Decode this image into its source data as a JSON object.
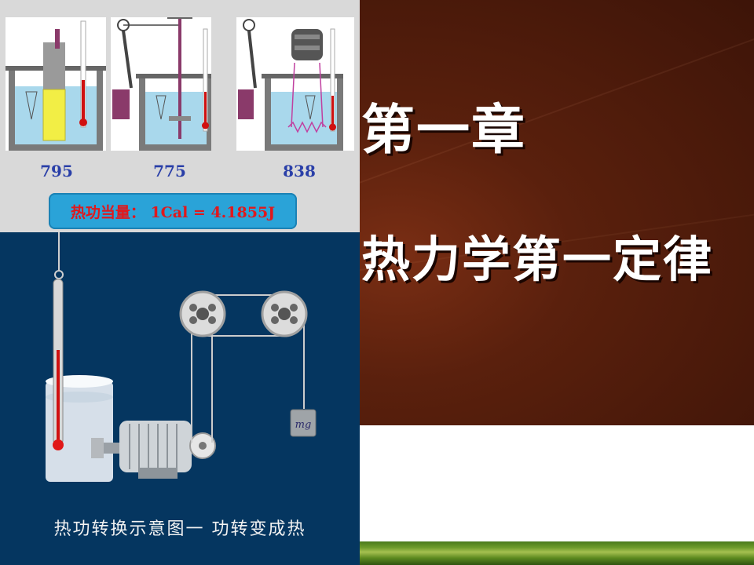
{
  "titles": {
    "chapter": "第一章",
    "subject": "热力学第一定律"
  },
  "experiments": {
    "values": [
      "795",
      "775",
      "838"
    ],
    "equivalent": "热功当量： 1Cal = 4.1855J"
  },
  "diagram": {
    "caption": "热功转换示意图一  功转变成热",
    "weight_label": "mg"
  },
  "colors": {
    "maroon": "#5a200d",
    "navy": "#053660",
    "value_blue": "#2a3fa8",
    "equiv_red": "#e0181c",
    "equiv_bg": "#2aa3d8",
    "green_strip": "#6b9a2a"
  }
}
